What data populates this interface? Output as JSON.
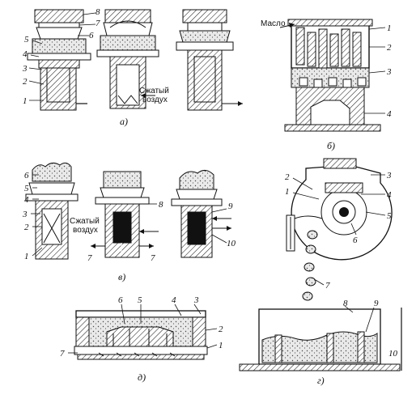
{
  "figure": {
    "panel_a": {
      "caption": "а)",
      "note": [
        "Сжатый",
        "воздух"
      ],
      "labels": [
        "8",
        "7",
        "6",
        "5",
        "4",
        "3",
        "2",
        "1"
      ]
    },
    "panel_b": {
      "caption": "б)",
      "note": "Масло",
      "labels": [
        "1",
        "2",
        "3",
        "4"
      ]
    },
    "panel_v": {
      "caption": "в)",
      "note": [
        "Сжатый",
        "воздух"
      ],
      "labels": [
        "6",
        "5",
        "4",
        "3",
        "2",
        "1",
        "8",
        "7",
        "7",
        "9",
        "10"
      ]
    },
    "panel_g": {
      "caption": "г)",
      "labels": [
        "2",
        "1",
        "3",
        "4",
        "5",
        "6",
        "7",
        "8",
        "9",
        "10"
      ]
    },
    "panel_d": {
      "caption": "д)",
      "labels": [
        "6",
        "5",
        "4",
        "3",
        "2",
        "1",
        "7"
      ]
    }
  }
}
